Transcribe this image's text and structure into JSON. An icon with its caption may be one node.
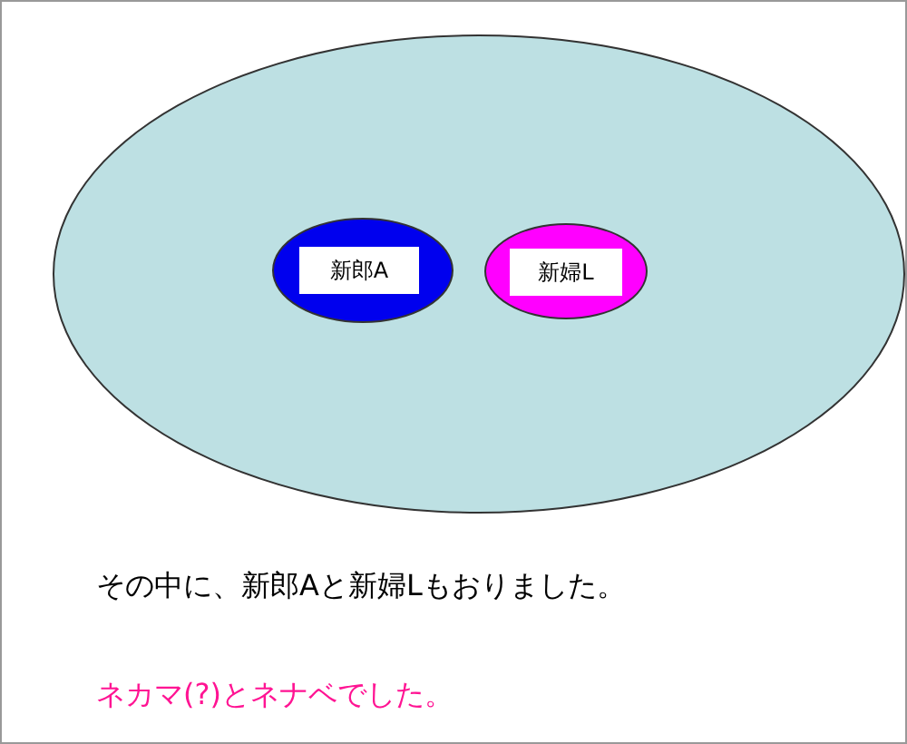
{
  "diagram": {
    "nodes": [
      {
        "text": [],
        "shape": "ellipse"
      },
      {
        "text": [
          "新郎A"
        ],
        "in": 0
      },
      {
        "text": [
          "新婦L"
        ],
        "in": 0
      }
    ],
    "labels": [
      "その中に、新郎Aと新婦Lもおりました。",
      "ネカマ(?)とネナベでした。"
    ]
  }
}
